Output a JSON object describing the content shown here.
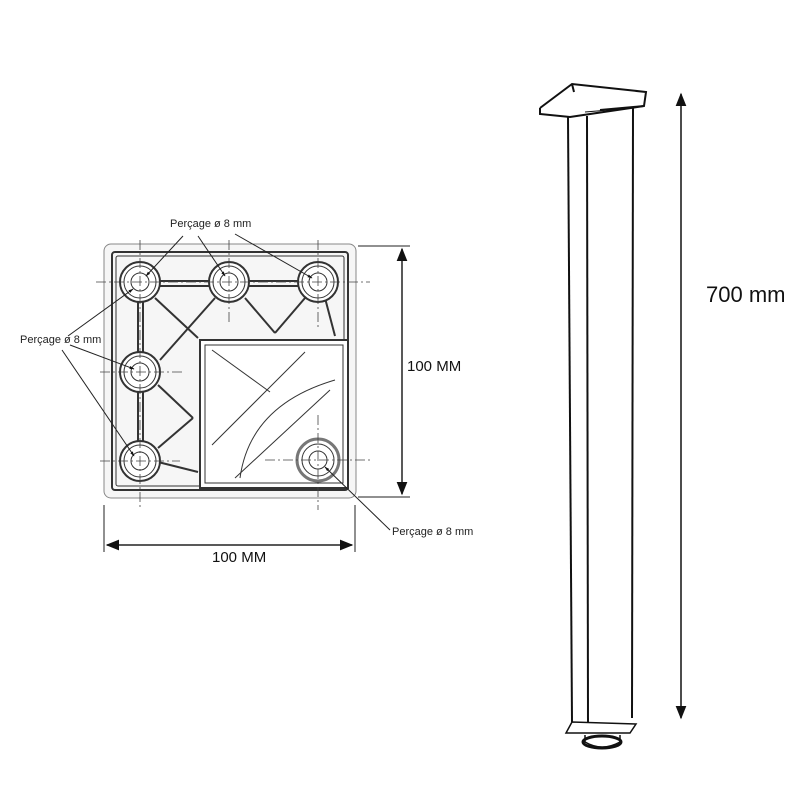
{
  "labels": {
    "drill_top": "Perçage ø 8 mm",
    "drill_left": "Perçage ø 8 mm",
    "drill_bottom_right": "Perçage ø 8 mm",
    "height_dim": "100 MM",
    "width_dim": "100 MM",
    "leg_length": "700 mm"
  },
  "colors": {
    "line": "#222222",
    "plate_fill": "#f4f4f4"
  }
}
